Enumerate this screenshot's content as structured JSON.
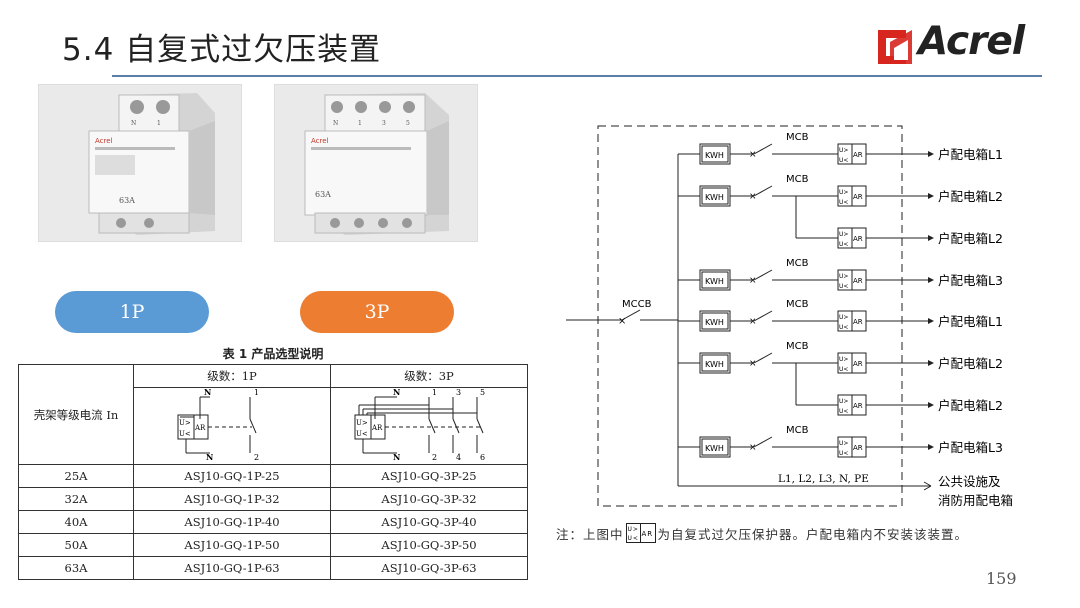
{
  "slide": {
    "title": "5.4  自复式过欠压装置",
    "page_number": "159"
  },
  "logo": {
    "text": "Acrel",
    "brand_color": "#d7261e"
  },
  "products": {
    "labels": [
      "1P",
      "3P"
    ],
    "colors": {
      "1p": "#5b9bd5",
      "3p": "#ed7d31"
    },
    "photo_text": {
      "brand": "Acrel",
      "rating": "63A",
      "terminals_1p": [
        "N",
        "1"
      ],
      "terminals_3p": [
        "N",
        "1",
        "3",
        "5"
      ]
    }
  },
  "table": {
    "caption": "表 1  产品选型说明",
    "col_header": "壳架等级电流 In",
    "level_1p": "级数：1P",
    "level_3p": "级数：3P",
    "rows": [
      {
        "current": "25A",
        "model_1p": "ASJ10-GQ-1P-25",
        "model_3p": "ASJ10-GQ-3P-25"
      },
      {
        "current": "32A",
        "model_1p": "ASJ10-GQ-1P-32",
        "model_3p": "ASJ10-GQ-3P-32"
      },
      {
        "current": "40A",
        "model_1p": "ASJ10-GQ-1P-40",
        "model_3p": "ASJ10-GQ-3P-40"
      },
      {
        "current": "50A",
        "model_1p": "ASJ10-GQ-1P-50",
        "model_3p": "ASJ10-GQ-3P-50"
      },
      {
        "current": "63A",
        "model_1p": "ASJ10-GQ-1P-63",
        "model_3p": "ASJ10-GQ-3P-63"
      }
    ],
    "wiring_1p": {
      "top": [
        "N",
        "1"
      ],
      "bottom": [
        "N",
        "2"
      ],
      "relay": [
        "U>",
        "U<",
        "AR"
      ]
    },
    "wiring_3p": {
      "top": [
        "N",
        "1",
        "3",
        "5"
      ],
      "bottom": [
        "N",
        "2",
        "4",
        "6"
      ],
      "relay": [
        "U>",
        "U<",
        "AR"
      ]
    }
  },
  "diagram": {
    "main_breaker": "MCCB",
    "branch_breaker": "MCB",
    "meter": "KWH",
    "relay": {
      "over": "U>",
      "under": "U<",
      "ar": "AR"
    },
    "branch_labels": [
      "户配电箱L1",
      "户配电箱L2",
      "户配电箱L2",
      "户配电箱L3",
      "户配电箱L1",
      "户配电箱L2",
      "户配电箱L2",
      "户配电箱L3"
    ],
    "bus_label": "L1, L2, L3, N, PE",
    "public_label_1": "公共设施及",
    "public_label_2": "消防用配电箱"
  },
  "note": {
    "prefix": "注：上图中",
    "suffix": "为自复式过欠压保护器。户配电箱内不安装该装置。"
  }
}
